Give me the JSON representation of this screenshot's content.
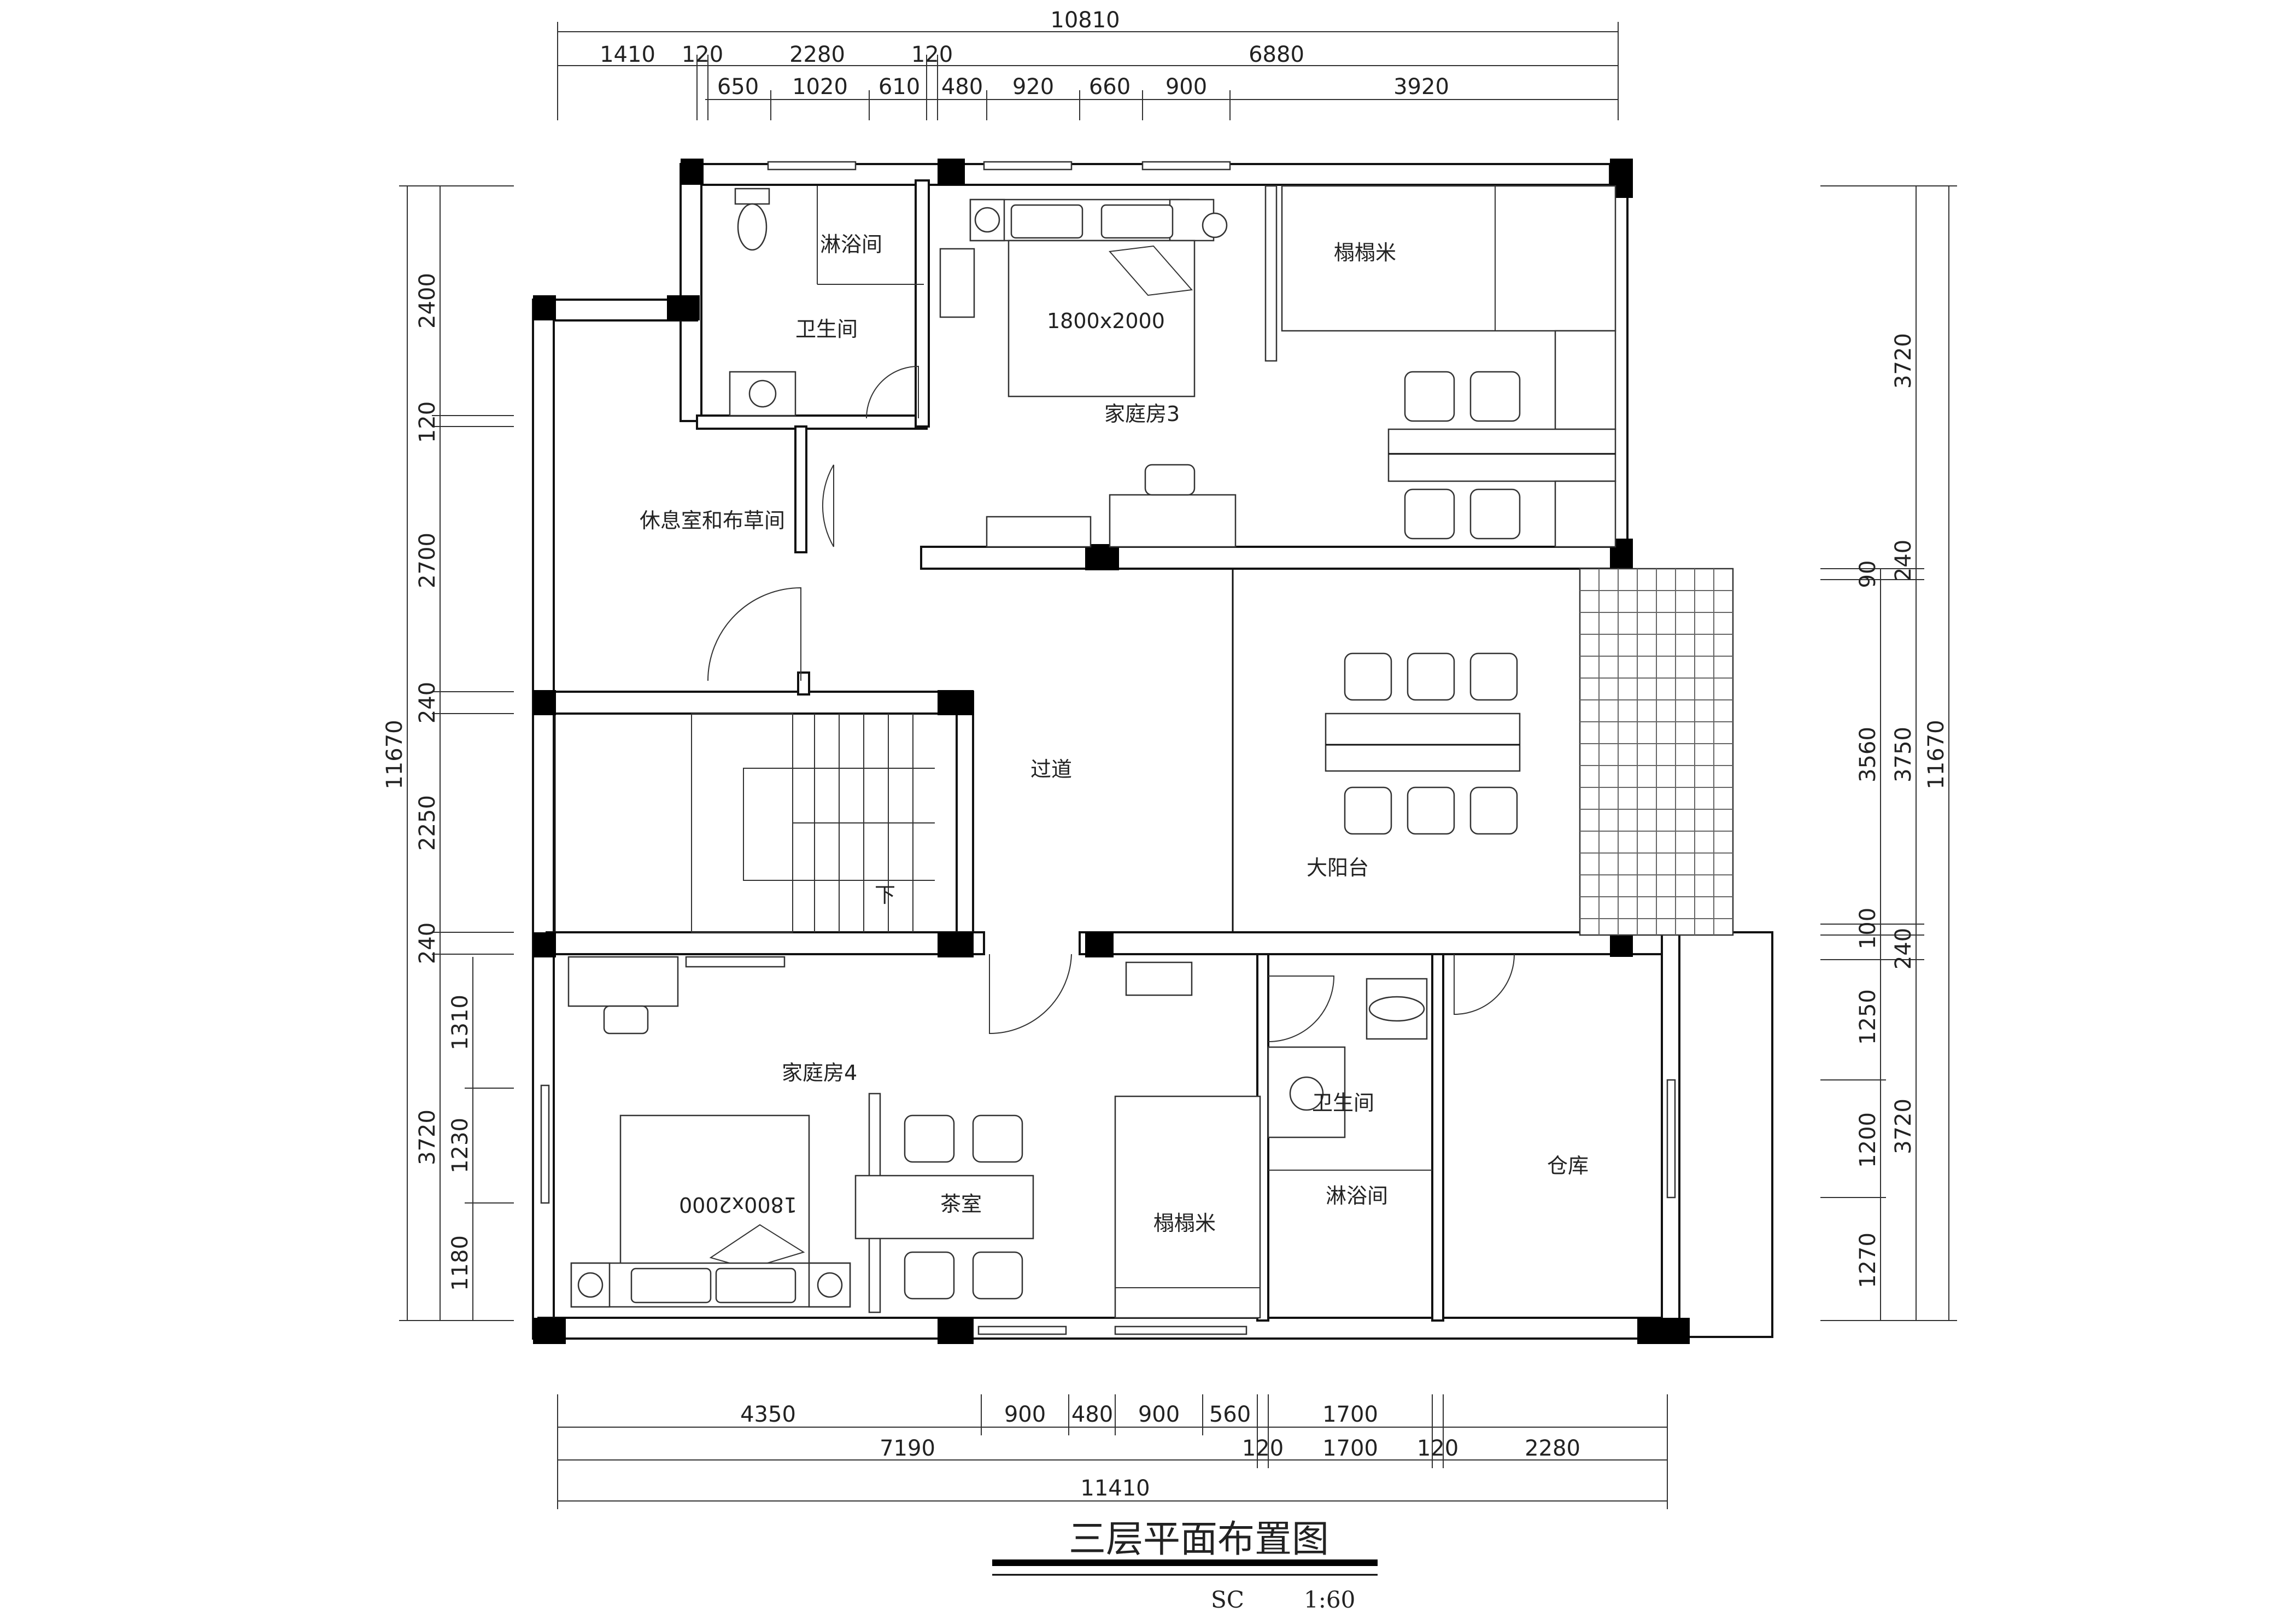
{
  "drawing": {
    "title": "三层平面布置图",
    "scale_label": "SC",
    "scale_value": "1:60"
  },
  "dims_top": {
    "overall": "10810",
    "row2": [
      "1410",
      "120",
      "2280",
      "120",
      "6880"
    ],
    "row3": [
      "650",
      "1020",
      "610",
      "480",
      "920",
      "660",
      "900",
      "3920"
    ]
  },
  "dims_bottom": {
    "row1": [
      "4350",
      "900",
      "480",
      "900",
      "560",
      "1700"
    ],
    "row2": [
      "7190",
      "120",
      "1700",
      "120",
      "2280"
    ],
    "overall": "11410"
  },
  "dims_left": {
    "overall": "11670",
    "outer": [
      "2400",
      "120",
      "2700",
      "240",
      "2250",
      "240",
      "3720"
    ],
    "inner": [
      "1310",
      "1230",
      "1180"
    ]
  },
  "dims_right": {
    "overall": "11670",
    "outer": [
      "3720",
      "3750",
      "3720"
    ],
    "inner": [
      "240",
      "90",
      "3560",
      "100",
      "240",
      "1250",
      "1200",
      "1270"
    ]
  },
  "rooms": {
    "shower_top": "淋浴间",
    "bath_top": "卫生间",
    "bed3_size": "1800x2000",
    "family3": "家庭房3",
    "tatami_top": "榻榻米",
    "lounge": "休息室和布草间",
    "corridor": "过道",
    "stair_down": "下",
    "balcony": "大阳台",
    "family4": "家庭房4",
    "bed4_size": "1800x2000",
    "tea_room": "茶室",
    "tatami_bottom": "榻榻米",
    "bath_bottom": "卫生间",
    "shower_bottom": "淋浴间",
    "storage": "仓库"
  }
}
